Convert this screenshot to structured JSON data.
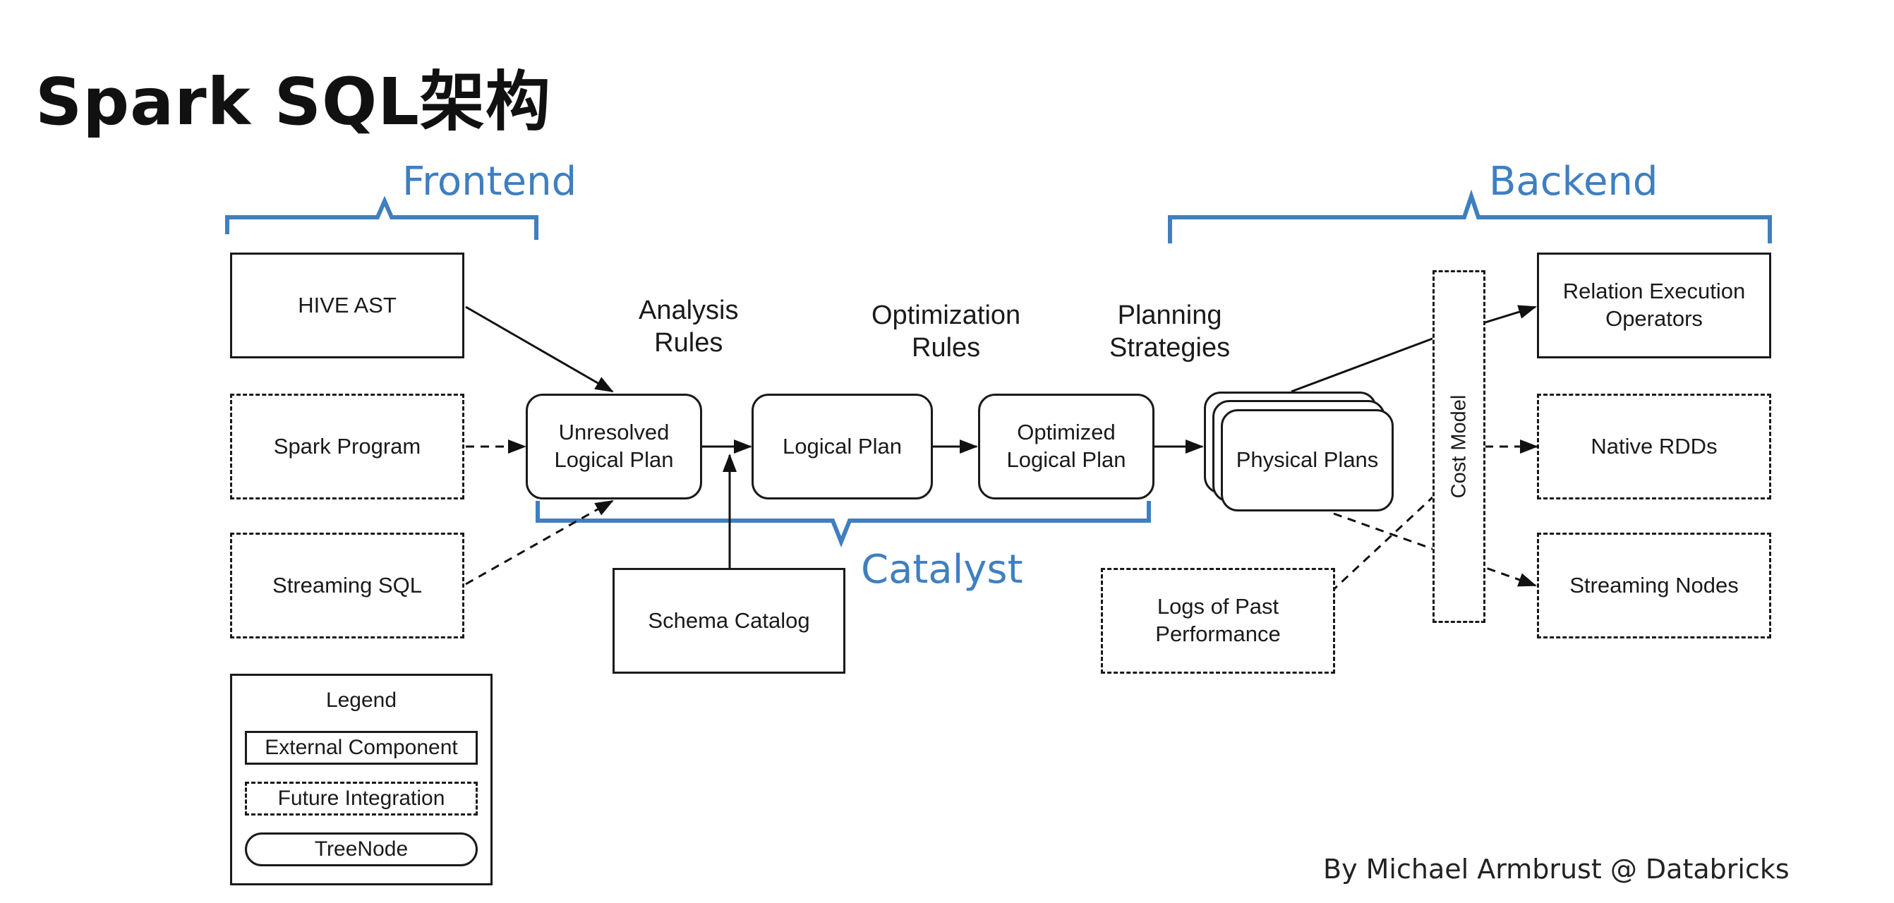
{
  "title": "Spark SQL架构",
  "groups": {
    "frontend": "Frontend",
    "backend": "Backend",
    "catalyst": "Catalyst"
  },
  "rules": {
    "analysis": [
      "Analysis",
      "Rules"
    ],
    "optimization": [
      "Optimization",
      "Rules"
    ],
    "planning": [
      "Planning",
      "Strategies"
    ]
  },
  "inputs": {
    "hive_ast": "HIVE AST",
    "spark_program": "Spark Program",
    "streaming_sql": "Streaming SQL"
  },
  "plans": {
    "unresolved": [
      "Unresolved",
      "Logical Plan"
    ],
    "logical": "Logical Plan",
    "optimized": [
      "Optimized",
      "Logical Plan"
    ],
    "physical": "Physical Plans"
  },
  "schema_catalog": "Schema Catalog",
  "logs": [
    "Logs of Past",
    "Performance"
  ],
  "cost_model": "Cost Model",
  "outputs": {
    "relation": [
      "Relation Execution",
      "Operators"
    ],
    "native_rdds": "Native RDDs",
    "streaming_nodes": "Streaming Nodes"
  },
  "legend": {
    "title": "Legend",
    "external": "External Component",
    "future": "Future Integration",
    "treenode": "TreeNode"
  },
  "credit": "By Michael Armbrust @ Databricks"
}
